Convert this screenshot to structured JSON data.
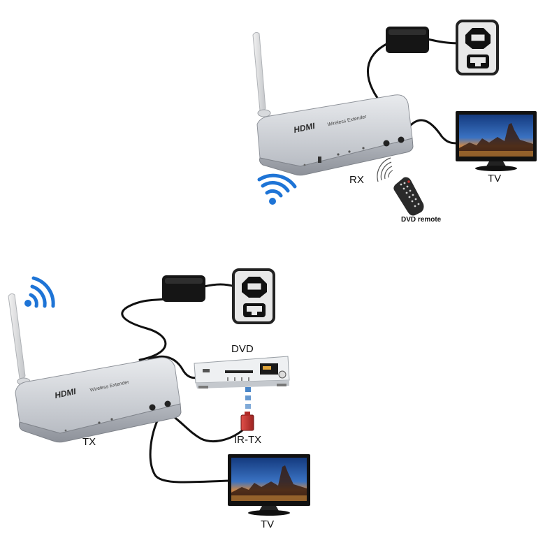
{
  "labels": {
    "rx": "RX",
    "tv_top": "TV",
    "dvd_remote": "DVD remote",
    "dvd": "DVD",
    "tx": "TX",
    "ir_tx": "IR-TX",
    "tv_bottom": "TV"
  },
  "device_branding": {
    "logo": "HDMI",
    "model": "Wireless Extender"
  },
  "colors": {
    "device_silver": "#c9ccd1",
    "cable": "#111111",
    "wifi": "#1e74d6",
    "ir_beam": "#4a86c8",
    "ir_emitter": "#c8322f",
    "screen_sky": "#1d4e9c"
  },
  "icons": [
    "wifi-icon",
    "power-outlet-icon",
    "power-adapter-icon",
    "tv-icon",
    "dvd-player-icon",
    "remote-control-icon",
    "antenna-icon"
  ]
}
